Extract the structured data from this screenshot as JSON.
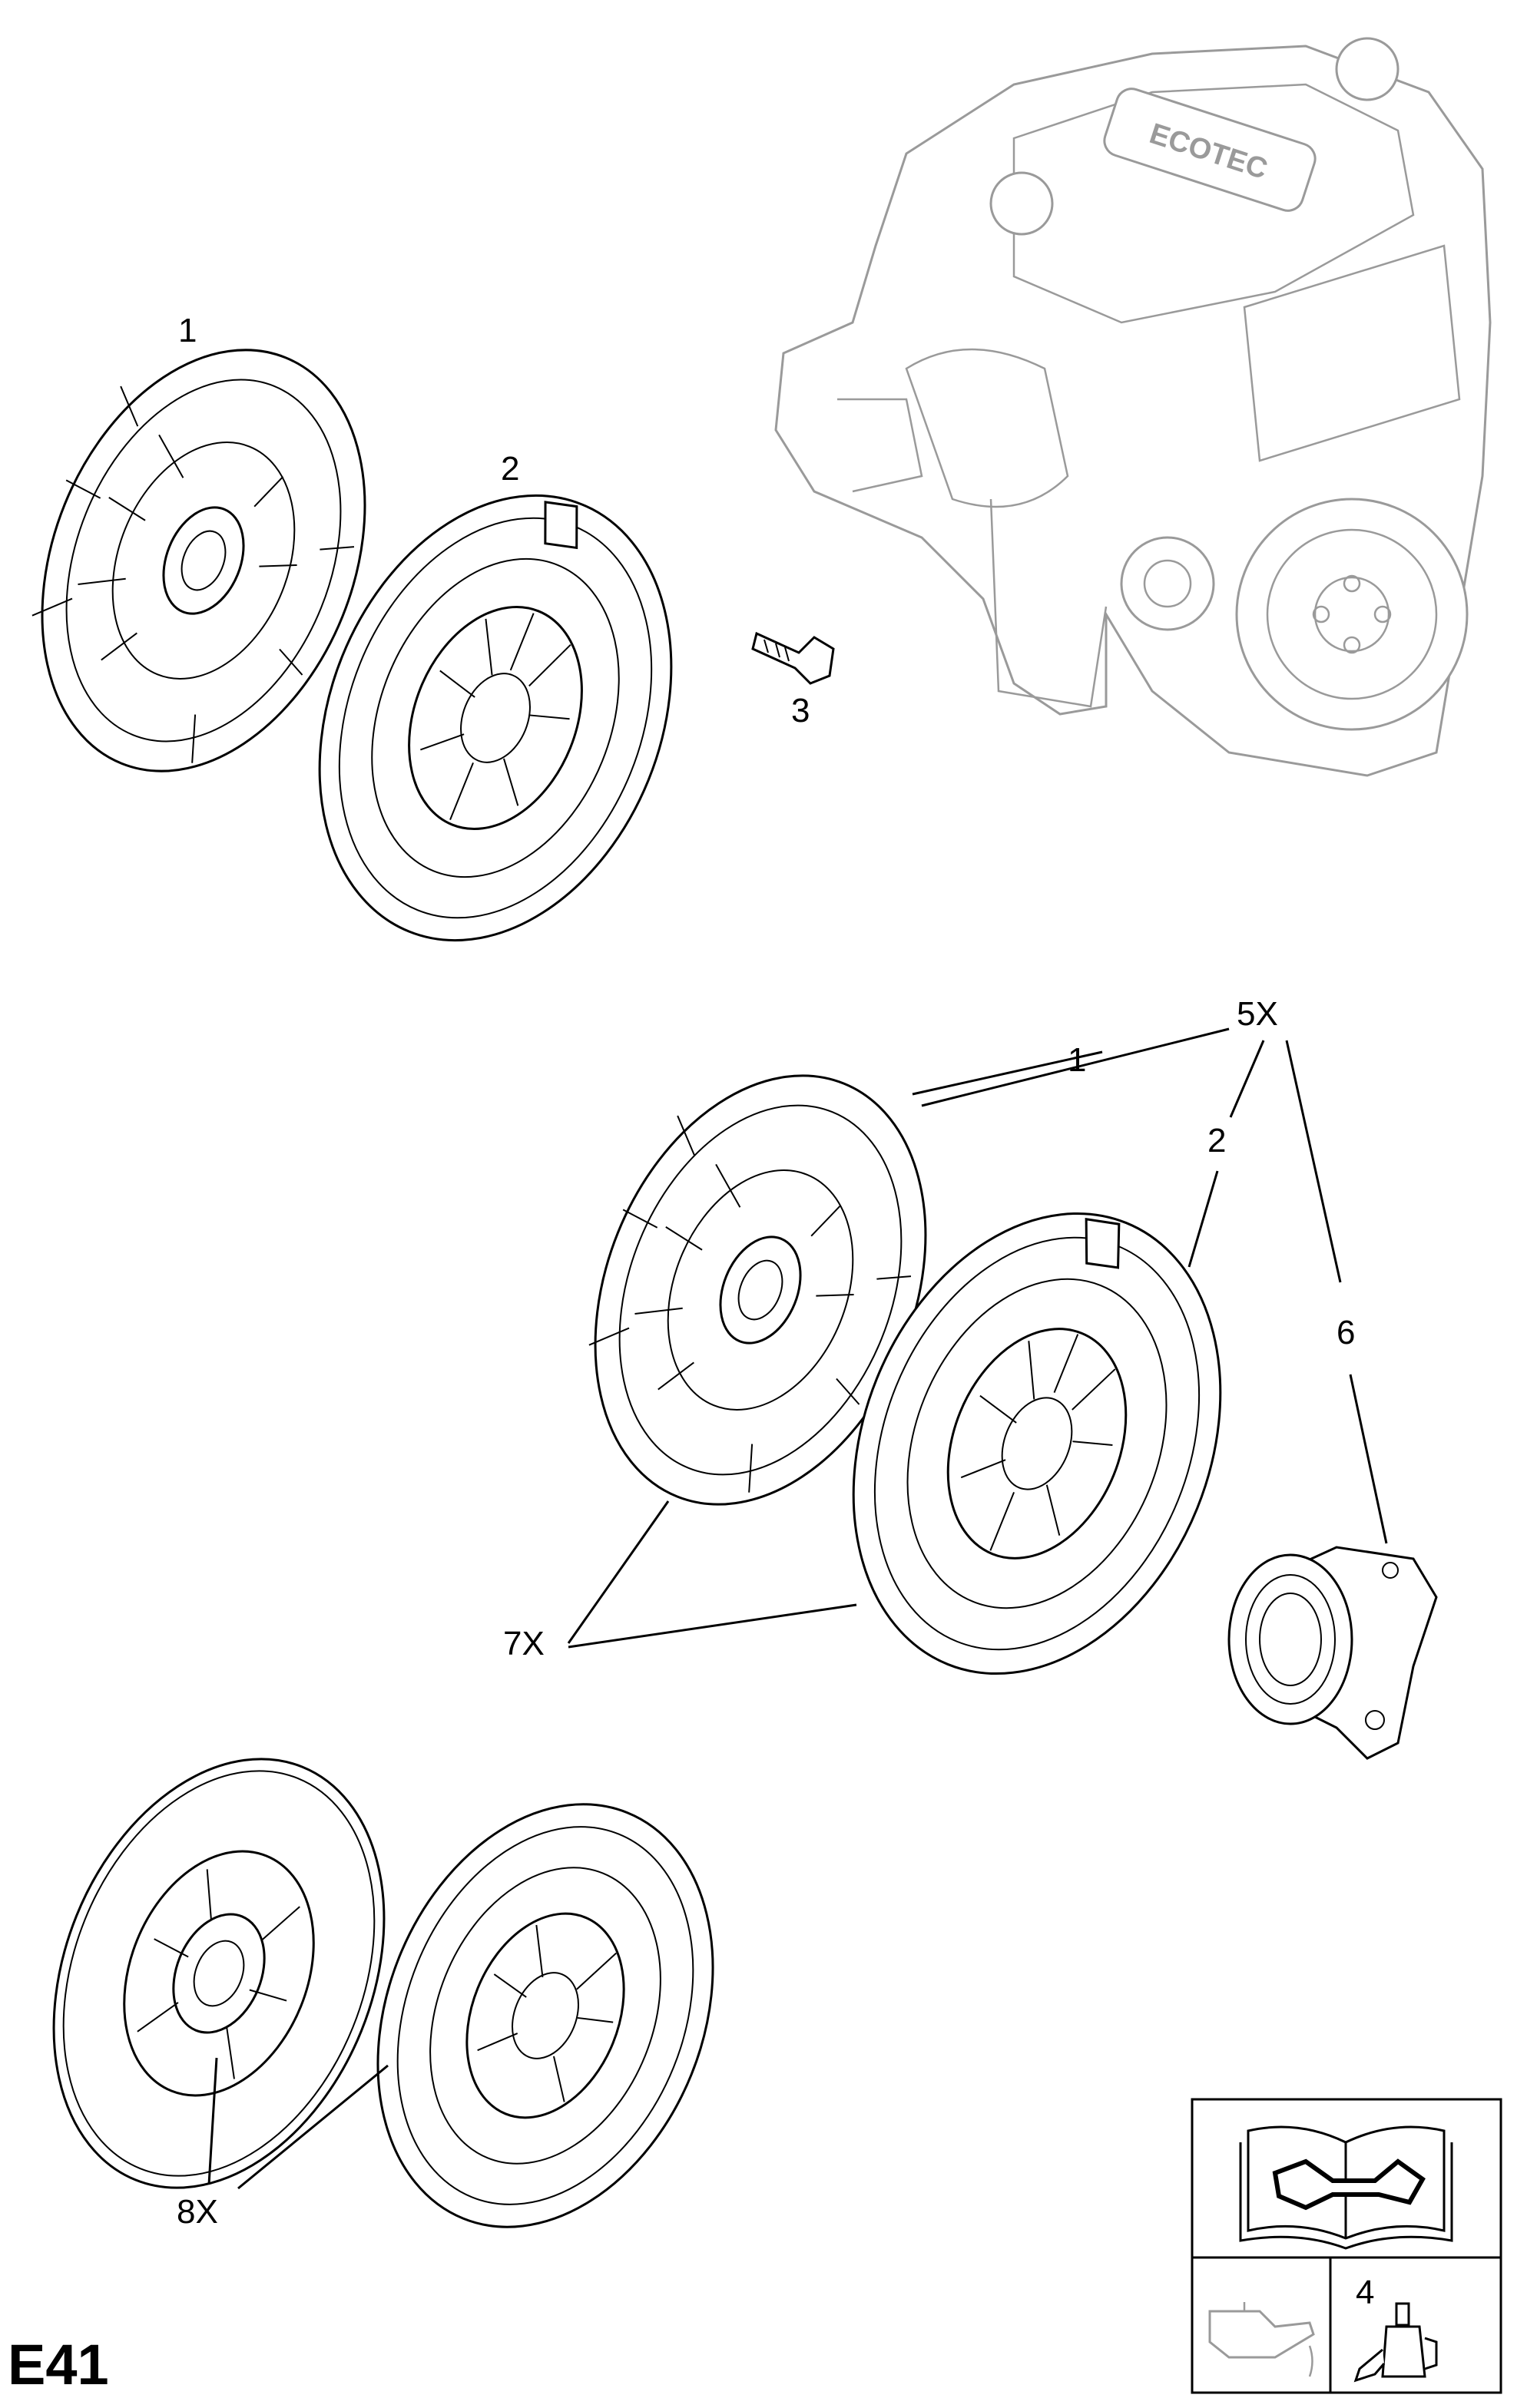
{
  "page_code": "E41",
  "engine_badge": "ECOTEC",
  "callouts": {
    "c1_top": "1",
    "c2_top": "2",
    "c3": "3",
    "c5x": "5X",
    "c1_mid": "1",
    "c2_mid": "2",
    "c6": "6",
    "c7x": "7X",
    "c8x": "8X",
    "c4": "4"
  },
  "legend_icons": [
    "repair-manual-icon",
    "oil-can-icon",
    "lubricant-bottle-icon"
  ]
}
